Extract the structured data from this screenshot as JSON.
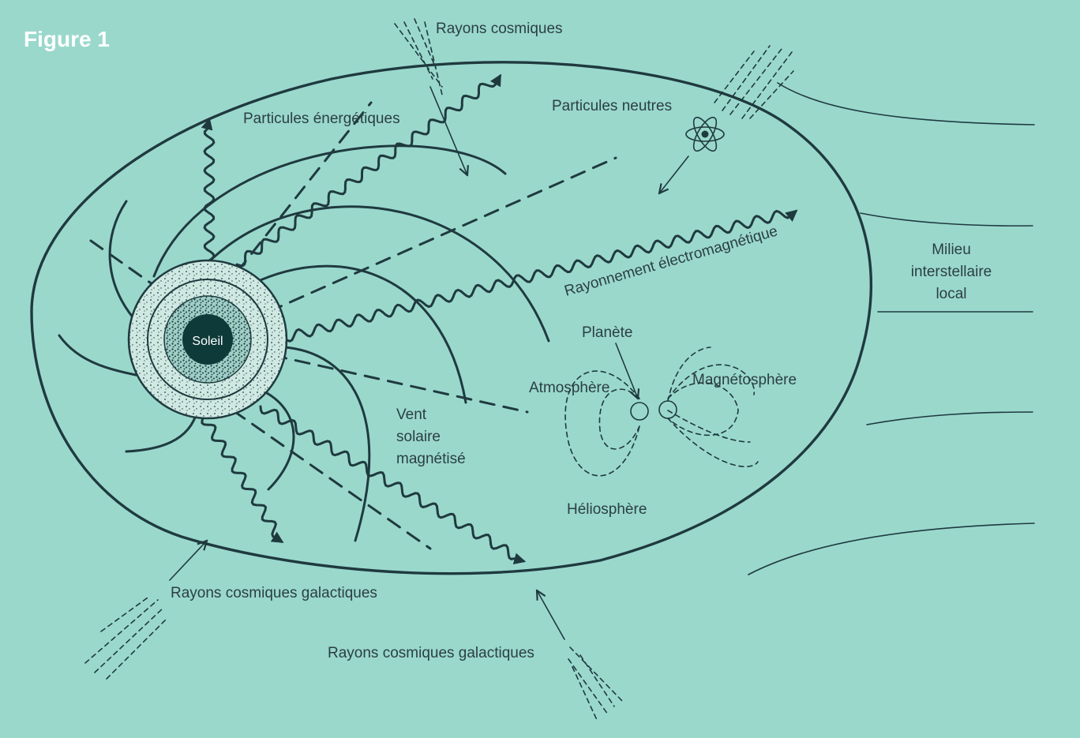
{
  "figure": {
    "title": "Figure 1"
  },
  "labels": {
    "cosmic_rays": "Rayons cosmiques",
    "energetic_particles": "Particules énergétiques",
    "neutral_particles": "Particules neutres",
    "em_radiation": "Rayonnement électromagnétique",
    "interstellar_line1": "Milieu",
    "interstellar_line2": "interstellaire",
    "interstellar_line3": "local",
    "sun": "Soleil",
    "planet": "Planète",
    "atmosphere": "Atmosphère",
    "magnetosphere": "Magnétosphère",
    "solar_wind_line1": "Vent",
    "solar_wind_line2": "solaire",
    "solar_wind_line3": "magnétisé",
    "heliosphere": "Héliosphère",
    "galactic_rays_left": "Rayons cosmiques galactiques",
    "galactic_rays_bottom": "Rayons cosmiques galactiques"
  },
  "colors": {
    "background": "#9ad8cc",
    "ink": "#1f3a3f",
    "sun_core": "#0f3a3a",
    "title_text": "#ffffff"
  }
}
